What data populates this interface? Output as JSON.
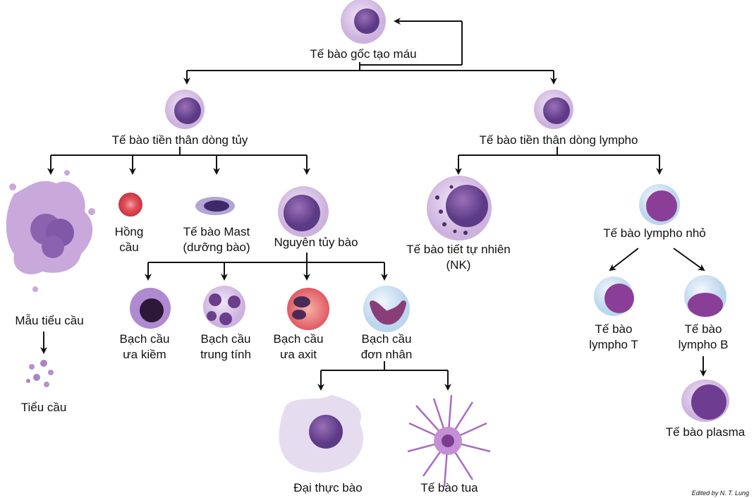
{
  "nodes": {
    "stem": {
      "label": "Tế bào gốc tạo máu"
    },
    "myeloid_progenitor": {
      "label": "Tế bào tiền thân dòng tủy"
    },
    "lymphoid_progenitor": {
      "label": "Tế bào tiền thân dòng lympho"
    },
    "megakaryocyte": {
      "label": "Mẫu tiểu cầu"
    },
    "platelets": {
      "label": "Tiểu cầu"
    },
    "erythrocyte": {
      "lines": [
        "Hồng",
        "cầu"
      ]
    },
    "mast": {
      "lines": [
        "Tế bào Mast",
        "(dưỡng bào)"
      ]
    },
    "myeloblast": {
      "label": "Nguyên tủy bào"
    },
    "nk": {
      "lines": [
        "Tế bào tiết tự nhiên",
        "(NK)"
      ]
    },
    "small_lymphocyte": {
      "label": "Tế bào lympho nhỏ"
    },
    "basophil": {
      "lines": [
        "Bạch cầu",
        "ưa kiềm"
      ]
    },
    "neutrophil": {
      "lines": [
        "Bạch cầu",
        "trung tính"
      ]
    },
    "eosinophil": {
      "lines": [
        "Bạch cầu",
        "ưa axit"
      ]
    },
    "monocyte": {
      "lines": [
        "Bạch cầu",
        "đơn nhân"
      ]
    },
    "t_cell": {
      "lines": [
        "Tế bào",
        "lympho T"
      ]
    },
    "b_cell": {
      "lines": [
        "Tế bào",
        "lympho B"
      ]
    },
    "macrophage": {
      "label": "Đại thực bào"
    },
    "dendritic": {
      "label": "Tế bào tua"
    },
    "plasma": {
      "label": "Tế bào plasma"
    }
  },
  "credit": "Edited by N. T. Lung",
  "colors": {
    "cell": "#d9c4e6",
    "nucleus": "#7a4f9e",
    "rbc": "#e0505a",
    "eos": "#e86a6a",
    "lymph_edge": "#bcd6ee"
  }
}
